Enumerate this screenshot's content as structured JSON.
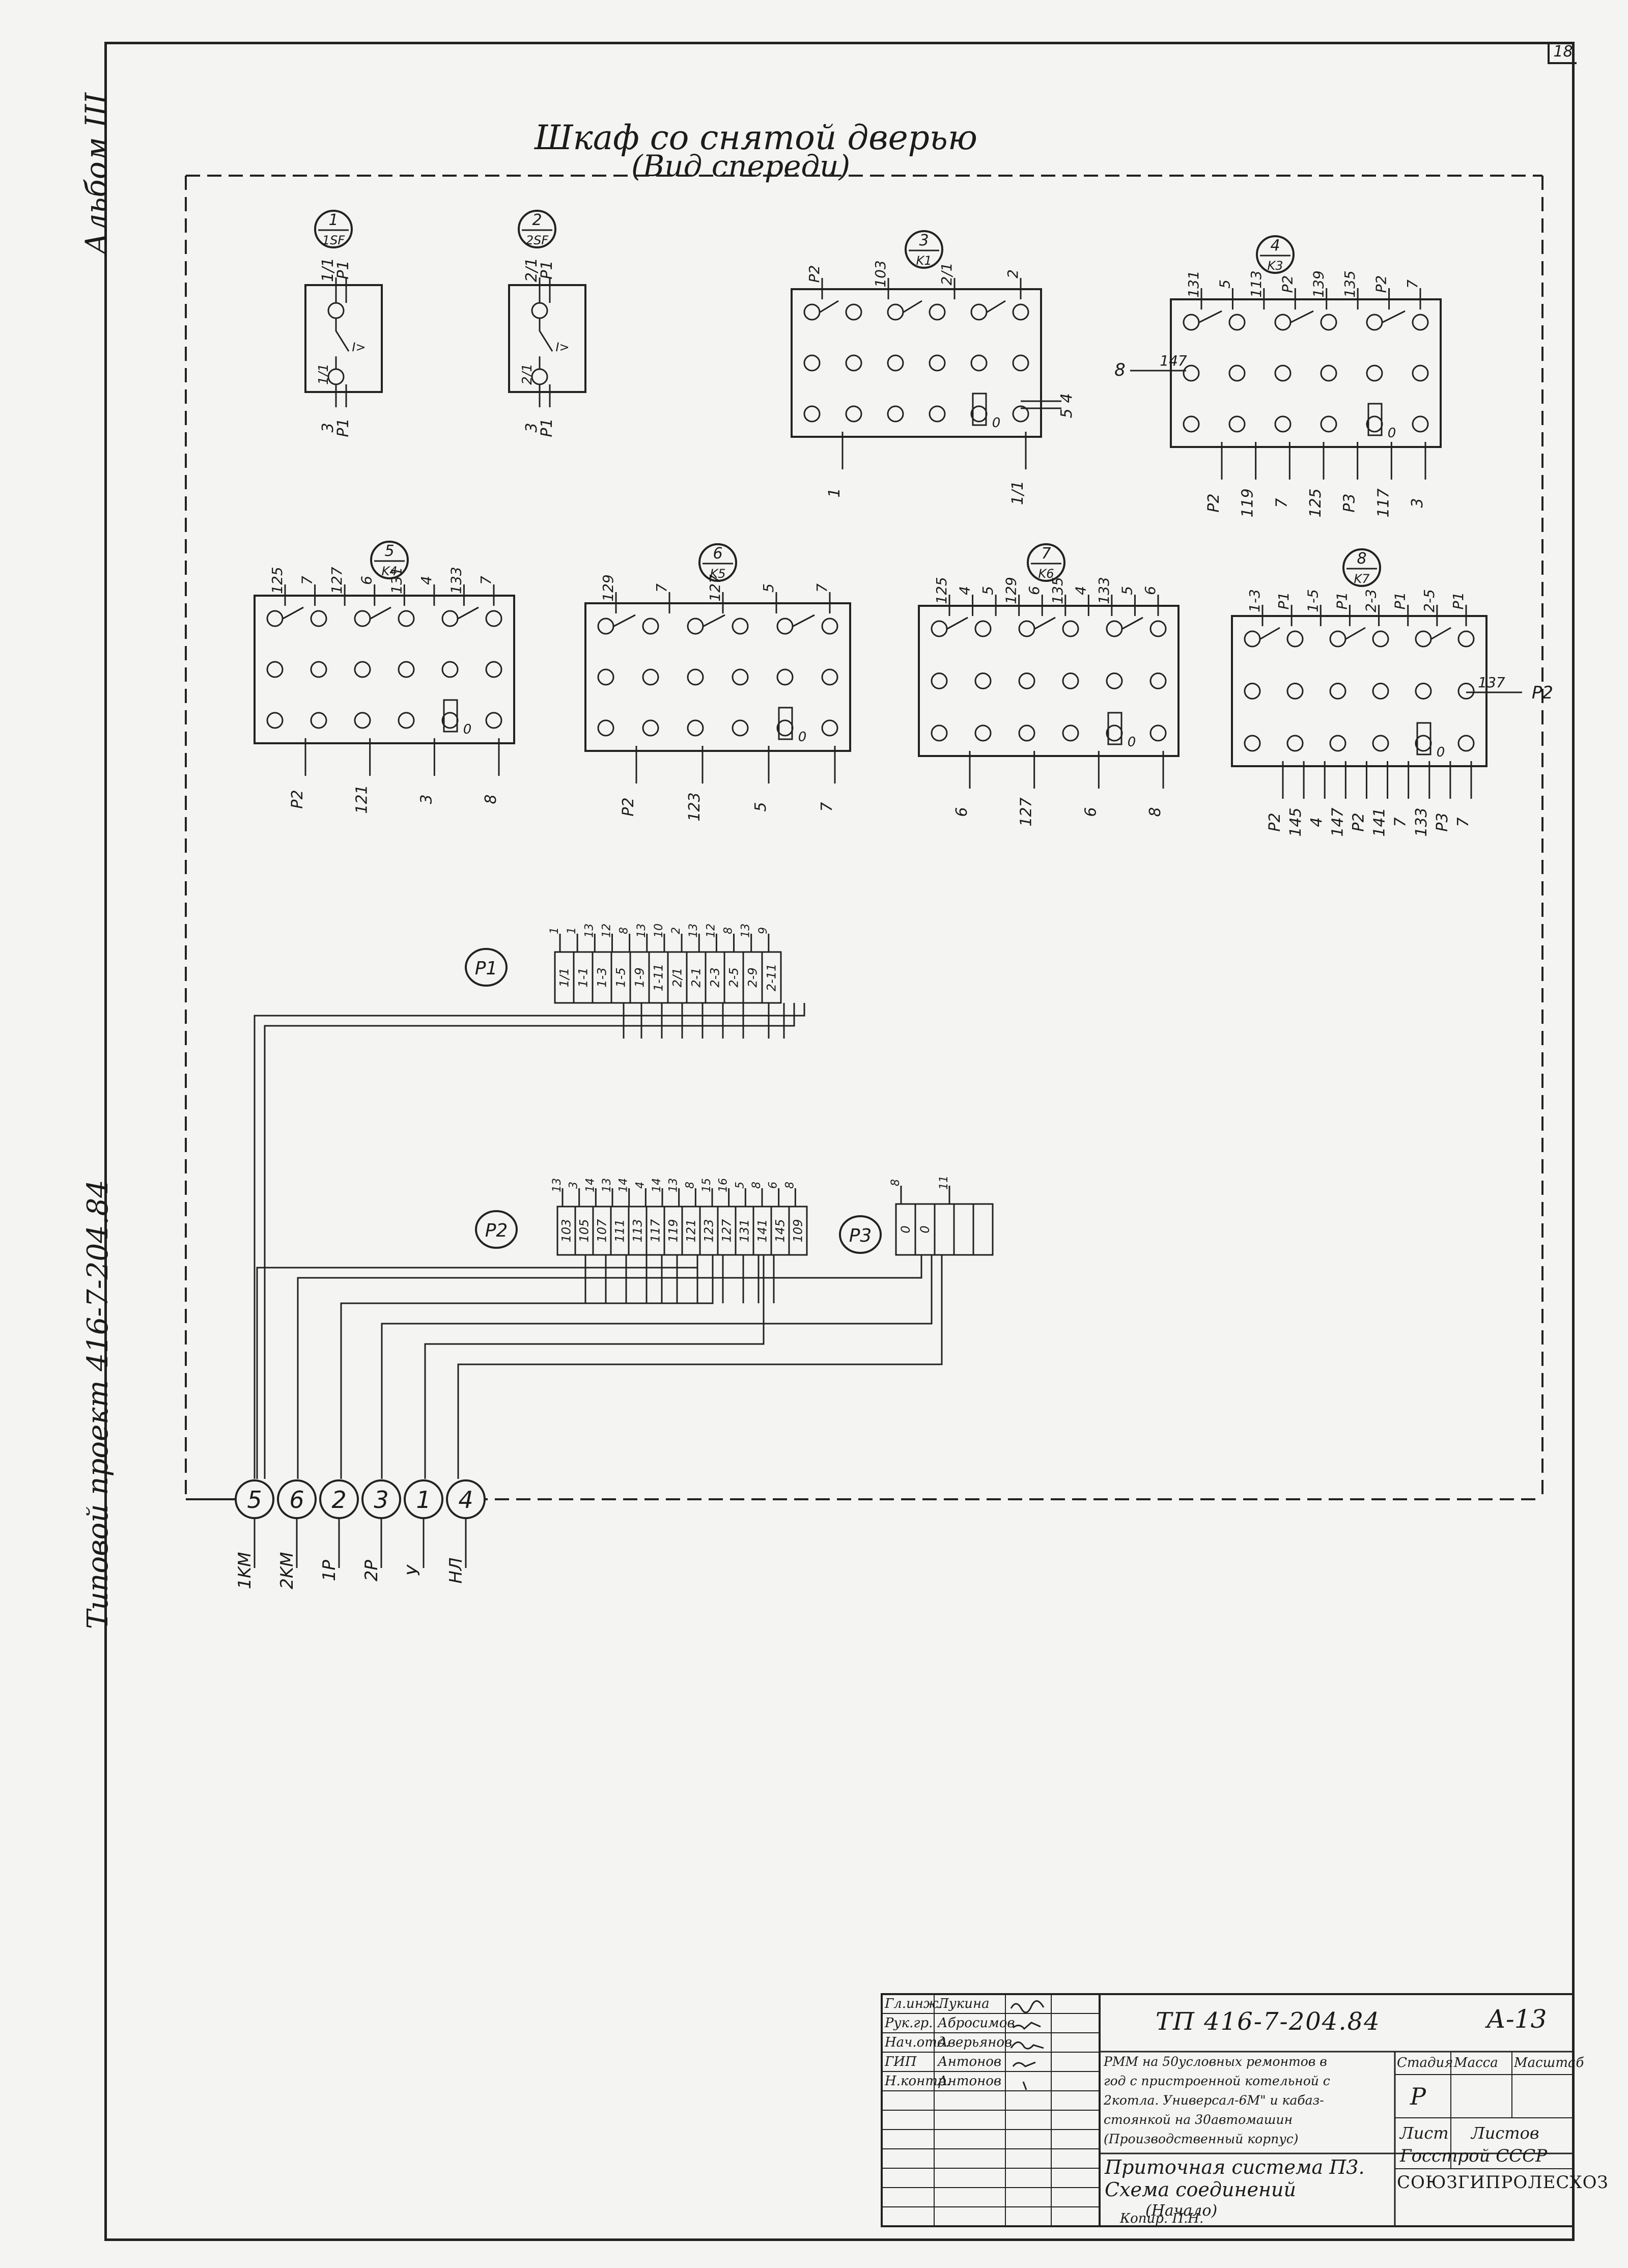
{
  "sheet": {
    "number": "18"
  },
  "side_labels": {
    "album": "Альбом III",
    "project": "Типовой проект 416-7-204.84"
  },
  "header": {
    "title": "Шкаф со снятой дверью",
    "subtitle": "(Вид спереди)"
  },
  "devices": [
    {
      "num": "1",
      "code": "1SF",
      "top": [
        "1/1",
        "P1"
      ],
      "bottom": [
        "3",
        "P1"
      ],
      "mid": [
        "1/1"
      ]
    },
    {
      "num": "2",
      "code": "2SF",
      "top": [
        "2/1",
        "P1"
      ],
      "bottom": [
        "3",
        "P1"
      ],
      "mid": [
        "2/1"
      ]
    },
    {
      "num": "3",
      "code": "K1",
      "top": [
        "P2",
        "103",
        "2/1",
        "2"
      ],
      "bottom": [
        "1",
        "1/1"
      ],
      "right": [
        "4",
        "5"
      ],
      "coil": "0"
    },
    {
      "num": "4",
      "code": "K3",
      "top": [
        "131",
        "5",
        "113",
        "P2",
        "139",
        "135",
        "P2",
        "7"
      ],
      "left": "147",
      "left_wire": "8",
      "bottom": [
        "P2",
        "119",
        "7",
        "125",
        "P3",
        "117",
        "3"
      ],
      "coil": "0"
    },
    {
      "num": "5",
      "code": "K4",
      "top": [
        "125",
        "7",
        "127",
        "6",
        "131",
        "4",
        "133",
        "7"
      ],
      "bottom": [
        "P2",
        "121",
        "3",
        "8"
      ],
      "coil": "0"
    },
    {
      "num": "6",
      "code": "K5",
      "top": [
        "129",
        "7",
        "127",
        "5",
        "7"
      ],
      "bottom": [
        "P2",
        "123",
        "5",
        "7"
      ],
      "coil": "0"
    },
    {
      "num": "7",
      "code": "K6",
      "top": [
        "125",
        "4",
        "5",
        "129",
        "6",
        "135",
        "4",
        "133",
        "5",
        "6"
      ],
      "bottom": [
        "6",
        "127",
        "6",
        "8"
      ],
      "coil": "0"
    },
    {
      "num": "8",
      "code": "K7",
      "top": [
        "1-3",
        "P1",
        "1-5",
        "P1",
        "2-3",
        "P1",
        "2-5",
        "P1"
      ],
      "right": "137",
      "right_wire": "P2",
      "bottom": [
        "P2",
        "145",
        "4",
        "147",
        "P2",
        "141",
        "7",
        "133",
        "P3",
        "7"
      ],
      "coil": "0"
    }
  ],
  "terminal_blocks": [
    {
      "name": "P1",
      "cells": [
        "1/1",
        "1-1",
        "1-3",
        "1-5",
        "1-9",
        "1-11",
        "2/1",
        "2-1",
        "2-3",
        "2-5",
        "2-9",
        "2-11"
      ],
      "wires": [
        "1",
        "1",
        "13",
        "12",
        "8",
        "13",
        "10",
        "2",
        "13",
        "12",
        "8",
        "13",
        "9"
      ]
    },
    {
      "name": "P2",
      "cells": [
        "103",
        "105",
        "107",
        "111",
        "113",
        "117",
        "119",
        "121",
        "123",
        "127",
        "131",
        "141",
        "145",
        "109"
      ],
      "wires": [
        "13",
        "3",
        "14",
        "13",
        "14",
        "4",
        "14",
        "13",
        "8",
        "15",
        "16",
        "5",
        "8",
        "6",
        "8"
      ]
    },
    {
      "name": "P3",
      "cells": [
        "0",
        "0",
        "",
        "",
        ""
      ],
      "wires": [
        "8",
        "11"
      ]
    }
  ],
  "connectors": [
    {
      "num": "5",
      "label": "1KM"
    },
    {
      "num": "6",
      "label": "2KM"
    },
    {
      "num": "2",
      "label": "1P"
    },
    {
      "num": "3",
      "label": "2P"
    },
    {
      "num": "1",
      "label": "У"
    },
    {
      "num": "4",
      "label": "НЛ"
    }
  ],
  "title_block": {
    "roles": [
      "Гл.инж.",
      "Рук.гр.",
      "Нач.отд.",
      "ГИП",
      "Н.контр."
    ],
    "names": [
      "Лукина",
      "Абросимов",
      "Аверьянов",
      "Антонов",
      "Антонов"
    ],
    "signatures": [
      "",
      "",
      "",
      "",
      ""
    ],
    "project_code": "ТП 416-7-204.84",
    "sheet_code": "А-13",
    "object_lines": [
      "РММ на 50условных ремонтов в",
      "год с пристроенной котельной с",
      "2котла. Универсал-6М\" и кабаз-",
      "стоянкой на 30автомашин",
      "(Производственный корпус)"
    ],
    "drawing_lines": [
      "Приточная система П3.",
      "Схема соединений",
      "(Начало)"
    ],
    "stage_header": "Стадия",
    "mass_header": "Масса",
    "scale_header": "Масштаб",
    "stage_value": "Р",
    "sheet_label": "Лист",
    "sheets_label": "Листов",
    "org_line1": "Госстрой СССР",
    "org_line2": "СОЮЗГИПРОЛЕСХОЗ",
    "copied": "Копир. П.Н."
  }
}
